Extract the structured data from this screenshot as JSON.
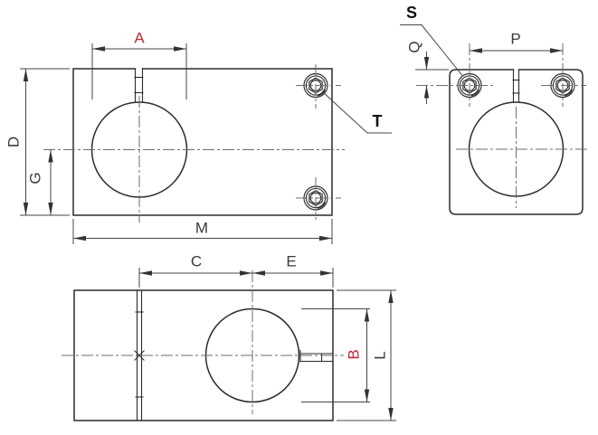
{
  "colors": {
    "outline": "#2b2b2b",
    "dimension": "#454545",
    "centerline": "#6e6e6e",
    "red_label": "#c02a33",
    "dim_label": "#3a3a3a",
    "callout_label": "#101010",
    "background": "#ffffff"
  },
  "dims": {
    "A": "A",
    "B": "B",
    "C": "C",
    "D": "D",
    "E": "E",
    "G": "G",
    "L": "L",
    "M": "M",
    "P": "P",
    "Q": "Q"
  },
  "callouts": {
    "S": "S",
    "T": "T"
  }
}
